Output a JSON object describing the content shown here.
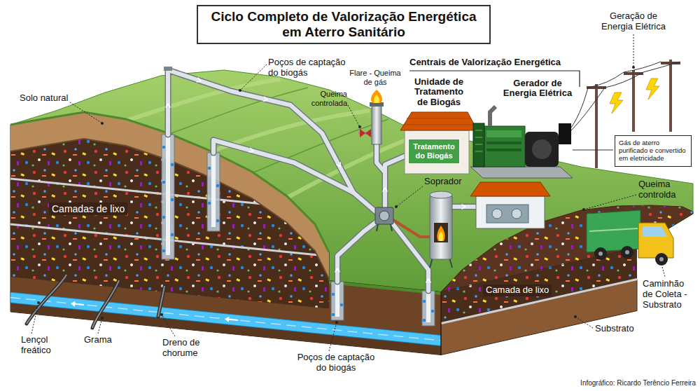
{
  "diagram": {
    "title": "Ciclo Completo de Valorização Energética em Aterro Sanitário",
    "caption": "Infográfico: Ricardo Terêncio Ferreira",
    "nodes": [
      {
        "text": [
          "Tratamento do Biogás"
        ]
      },
      {
        "text": [
          "Gás de aterro purificado e convertido em eletricidade"
        ]
      }
    ],
    "labels": [
      "Solo natural",
      "Poços de captação do biogás",
      "Flare - Queima de gás",
      "Queima controlada",
      "Centrais de Valorização Energética",
      "Unidade de Tratamento de Biogás",
      "Gerador de Energia Elétrica",
      "Geração de Energia Elétrica",
      "Soprador",
      "Queima controlda",
      "Camadas de lixo",
      "Camada de lixo",
      "Caminhão de Coleta - Substrato",
      "Substrato",
      "Lençol freático",
      "Grama",
      "Dreno de chorume",
      "Poços de captação do biogás"
    ]
  }
}
